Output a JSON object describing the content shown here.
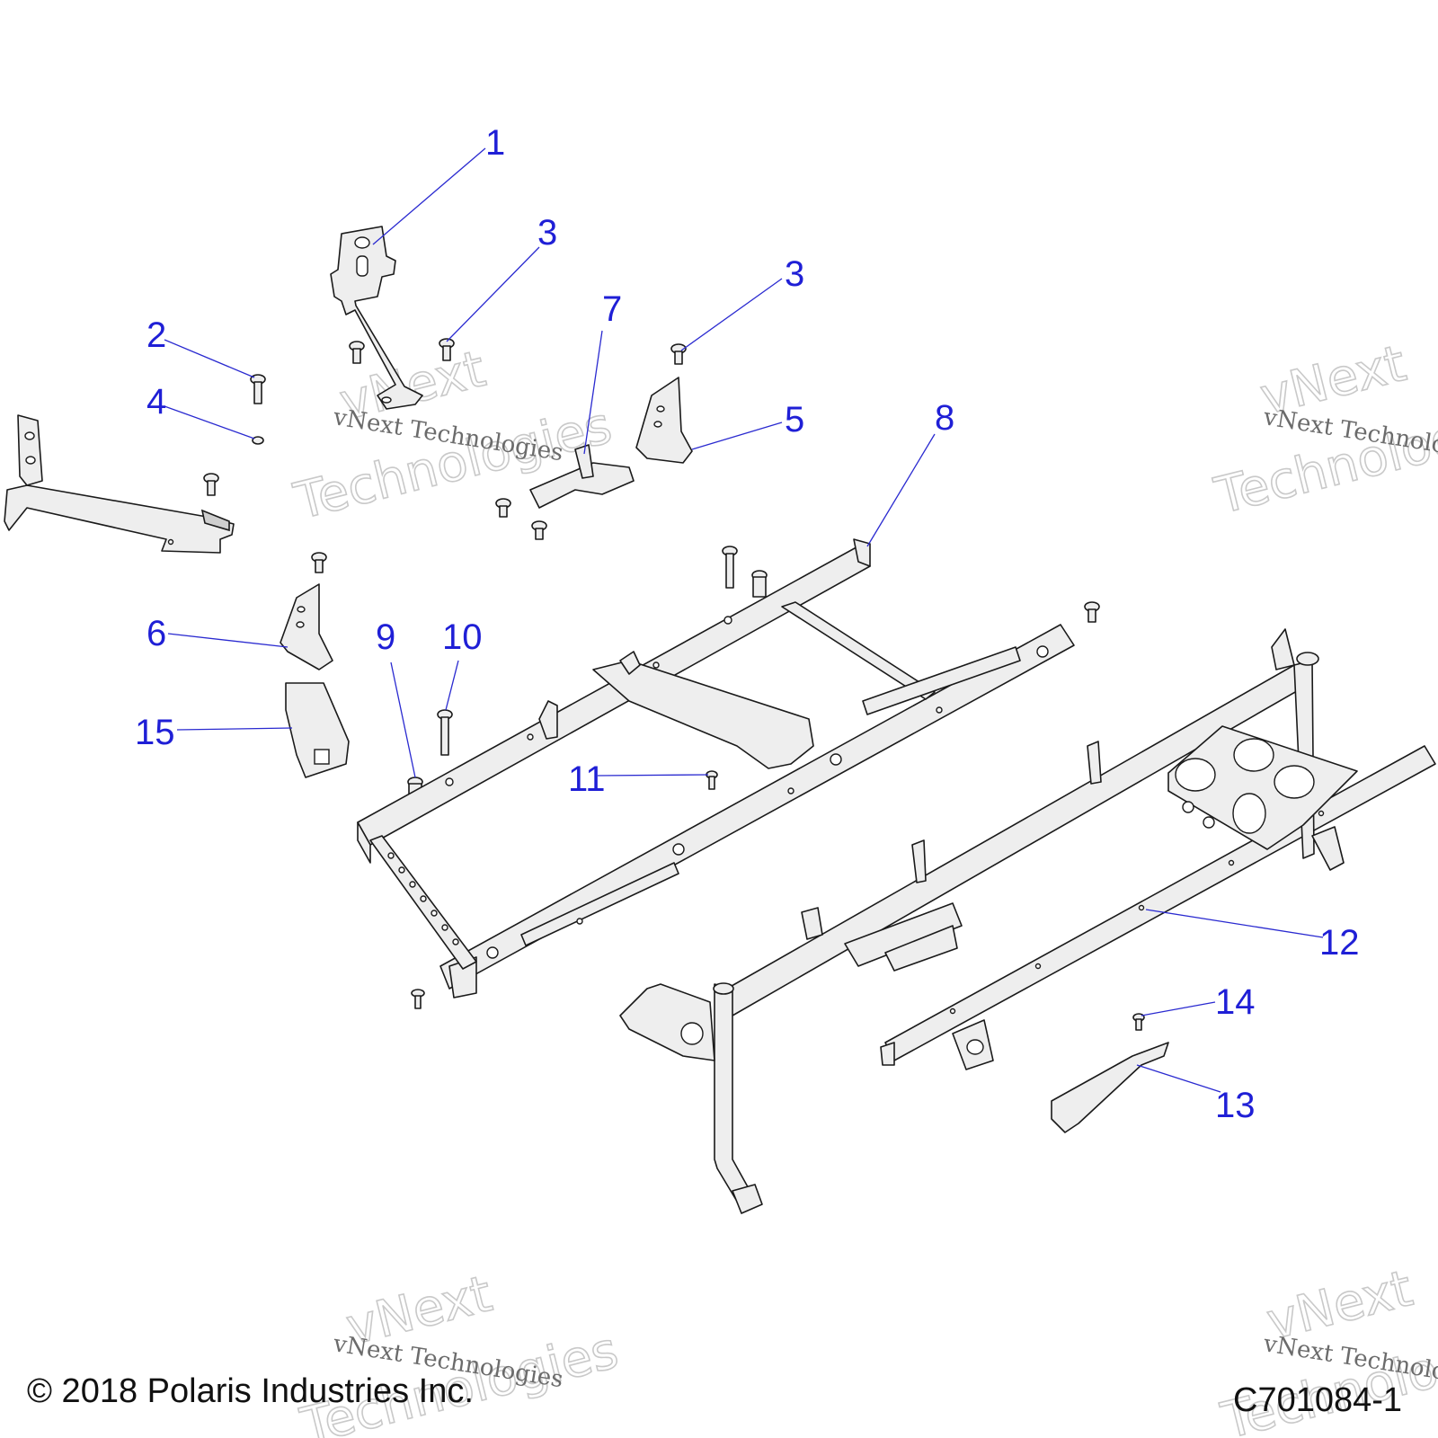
{
  "callouts": [
    {
      "label": "1"
    },
    {
      "label": "2"
    },
    {
      "label": "3"
    },
    {
      "label": "3"
    },
    {
      "label": "4"
    },
    {
      "label": "5"
    },
    {
      "label": "6"
    },
    {
      "label": "7"
    },
    {
      "label": "8"
    },
    {
      "label": "9"
    },
    {
      "label": "10"
    },
    {
      "label": "11"
    },
    {
      "label": "12"
    },
    {
      "label": "13"
    },
    {
      "label": "14"
    },
    {
      "label": "15"
    }
  ],
  "watermarks": {
    "line1": "vNext Technologies",
    "big_top": "vNext",
    "big_bottom": "Technologies"
  },
  "footer": {
    "copyright": "© 2018 Polaris Industries Inc.",
    "part_code": "C701084-1"
  },
  "colors": {
    "callout": "#1f1fd6",
    "line_art": "#1a1a1a",
    "part_fill": "#eeeeee"
  }
}
